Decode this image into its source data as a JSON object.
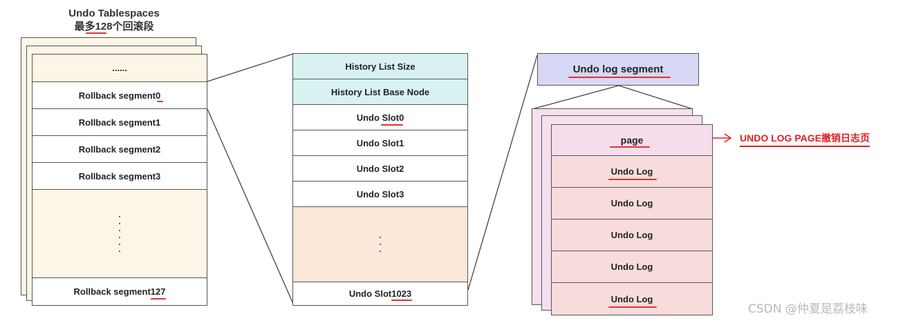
{
  "tablespace": {
    "title_line1": "Undo Tablespaces",
    "title_line2": "最多128个回滚段",
    "top_cell": "......",
    "segments": [
      "Rollback segment0",
      "Rollback segment1",
      "Rollback segment2",
      "Rollback segment3"
    ],
    "last_segment": "Rollback segment127"
  },
  "rollback_segment": {
    "header_cells": [
      "History List Size",
      "History List Base Node"
    ],
    "slots": [
      "Undo Slot0",
      "Undo Slot1",
      "Undo Slot2",
      "Undo Slot3"
    ],
    "last_slot": "Undo Slot1023"
  },
  "undo_segment": {
    "title": "Undo log segment",
    "page_label": "page",
    "logs": [
      "Undo Log",
      "Undo Log",
      "Undo Log",
      "Undo Log",
      "Undo Log"
    ],
    "annotation": "UNDO LOG PAGE撤销日志页"
  },
  "watermark": "CSDN @仲夏是荔枝味",
  "colors": {
    "cream": "#fbf6e6",
    "cyan": "#d8f2f2",
    "peach": "#fbe8d8",
    "lavender": "#d6d8f6",
    "pink_header": "#f7dcec",
    "pink_cell": "#f8dcdc",
    "pink_back": "#f6e0ee",
    "accent_red": "#e02020"
  }
}
